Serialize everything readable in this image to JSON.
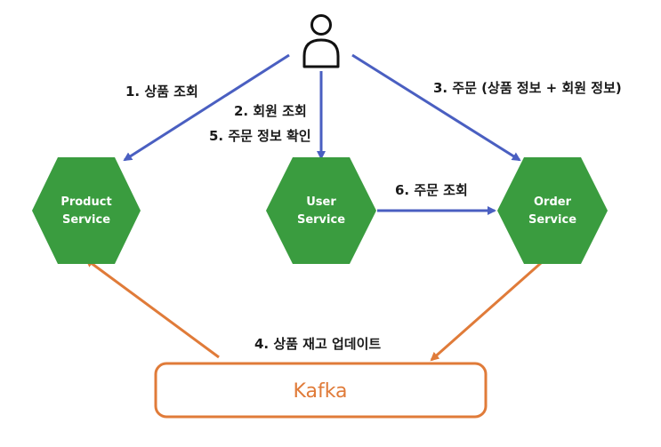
{
  "colors": {
    "service_fill": "#3a9c3f",
    "service_text": "#ffffff",
    "sync_arrow": "#4a5fc1",
    "async_arrow": "#e07b39",
    "kafka_border": "#e07b39",
    "kafka_text": "#e07b39",
    "user_icon": "#111111"
  },
  "icons": {
    "user": "user-icon"
  },
  "nodes": {
    "product_service": {
      "line1": "Product",
      "line2": "Service"
    },
    "user_service": {
      "line1": "User",
      "line2": "Service"
    },
    "order_service": {
      "line1": "Order",
      "line2": "Service"
    },
    "kafka": {
      "label": "Kafka"
    }
  },
  "edges": {
    "product_lookup": "1. 상품 조회",
    "member_lookup": "2. 회원 조회",
    "order_create": "3. 주문 (상품 정보 + 회원 정보)",
    "stock_update": "4. 상품 재고 업데이트",
    "order_confirm": "5. 주문 정보 확인",
    "order_lookup": "6. 주문 조회"
  }
}
